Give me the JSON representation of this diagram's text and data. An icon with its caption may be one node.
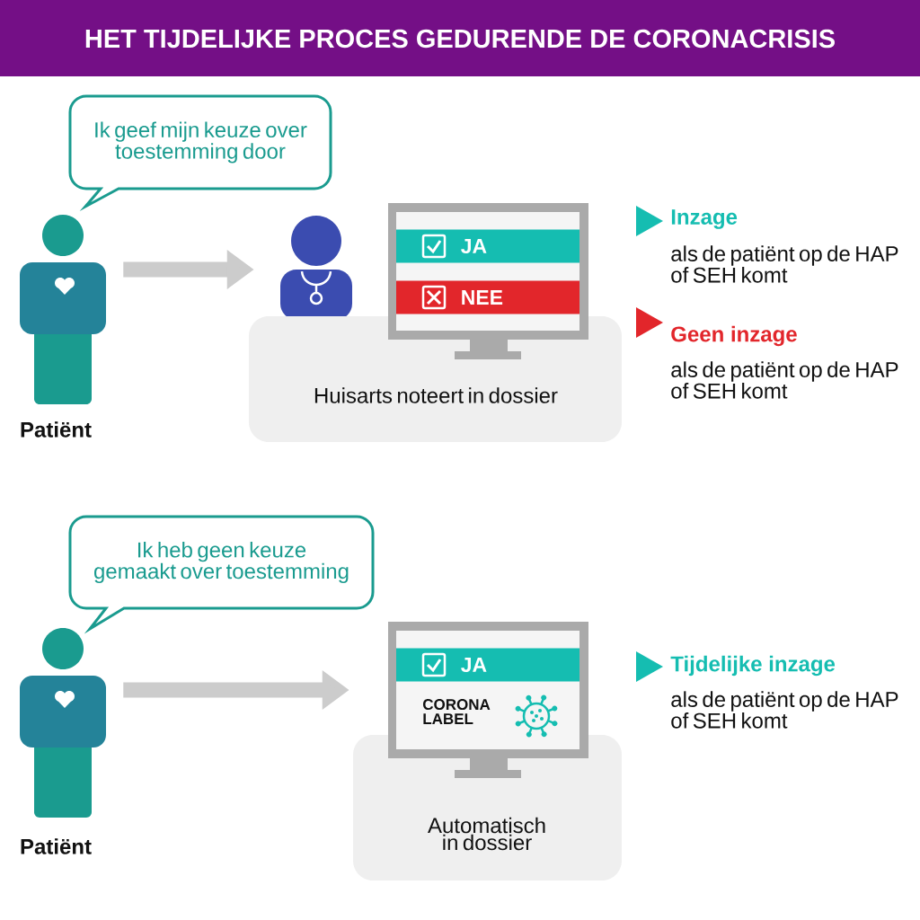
{
  "diagram": {
    "title": "HET TIJDELIJKE PROCES GEDURENDE DE CORONACRISIS",
    "nodes": [
      {
        "text": [
          "Patiënt"
        ]
      },
      {
        "text": [
          "Ik geef mijn keuze over toestemming door"
        ]
      },
      {
        "text": [],
        "shape": "person"
      },
      {
        "text": [
          "Huisarts noteert in dossier"
        ]
      },
      {
        "text": [
          "JA"
        ]
      },
      {
        "text": [
          "NEE"
        ]
      },
      {
        "text": [
          "Patiënt"
        ]
      },
      {
        "text": [
          "Ik heb geen keuze gemaakt over toestemming"
        ]
      },
      {
        "text": [
          "Automatisch in dossier"
        ]
      },
      {
        "text": [
          "JA"
        ]
      }
    ],
    "edges": [
      {
        "from": 0,
        "to": 2,
        "arrow": "to"
      },
      {
        "from": 6,
        "to": 8,
        "arrow": "to"
      }
    ],
    "labels": [
      "Inzage",
      "als de patiënt op de HAP of SEH komt",
      "Geen inzage",
      "als de patiënt op de HAP of SEH komt",
      "CORONA LABEL",
      "Tijdelijke inzage",
      "als de patiënt op de HAP of SEH komt"
    ]
  }
}
